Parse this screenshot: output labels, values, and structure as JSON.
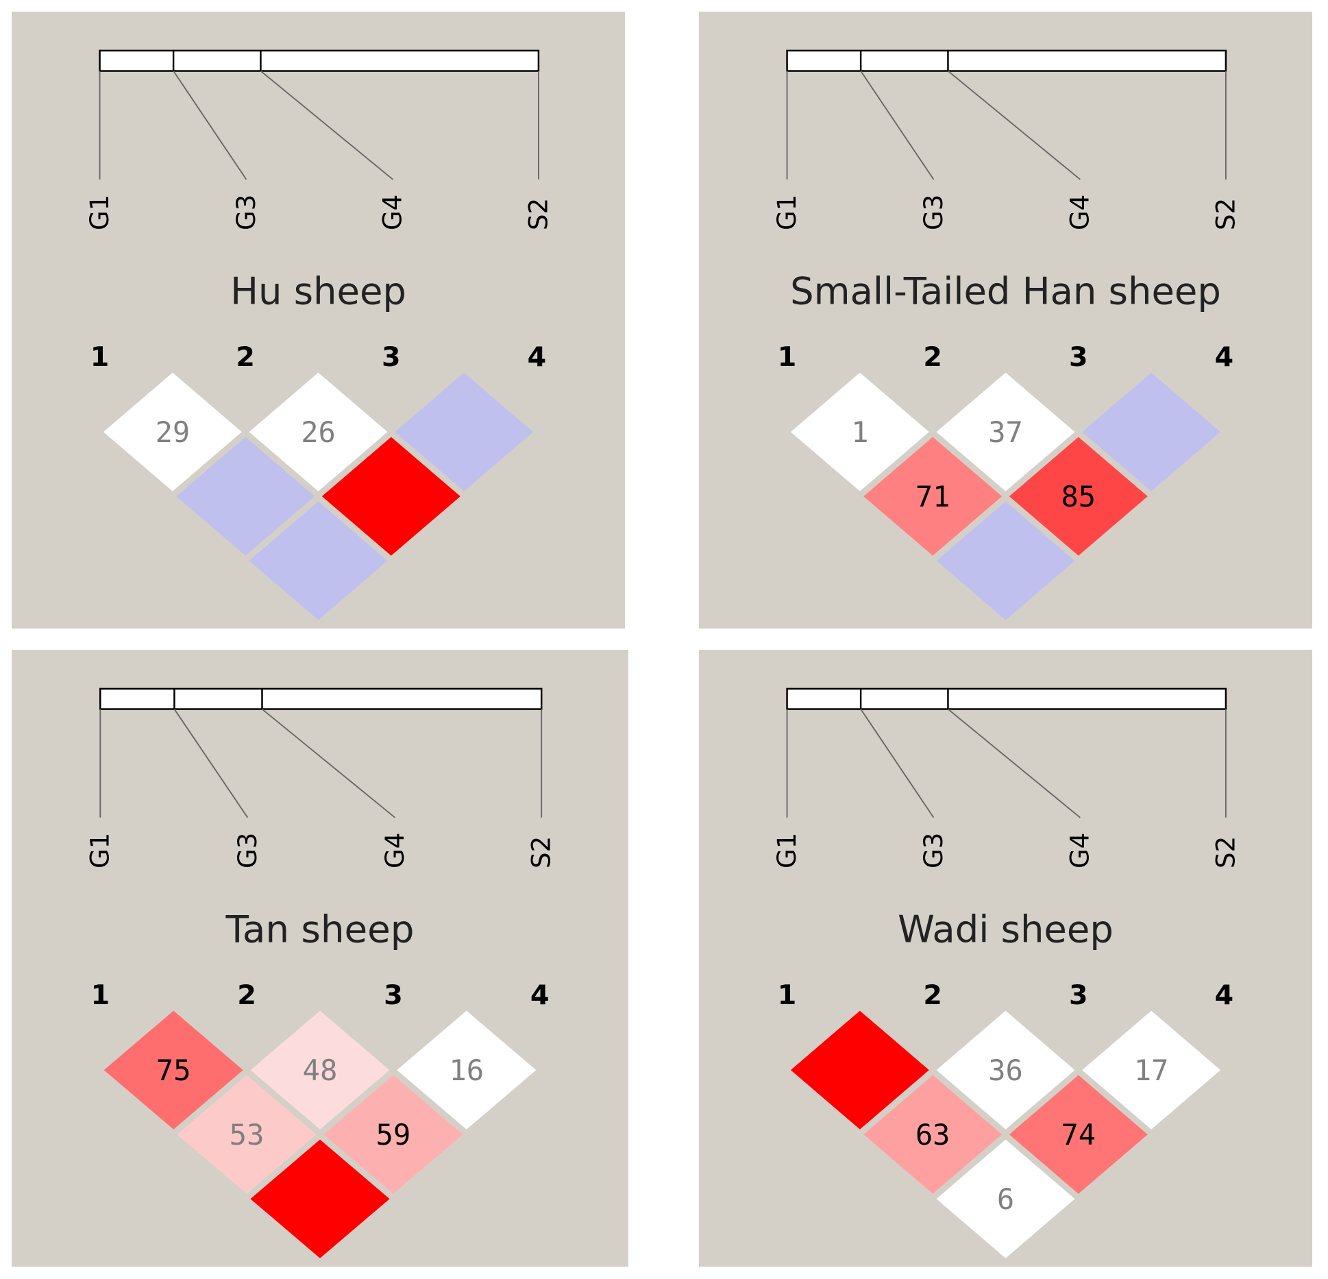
{
  "chart_data": [
    {
      "type": "heatmap",
      "title": "Hu sheep",
      "markers": [
        "G1",
        "G3",
        "G4",
        "S2"
      ],
      "marker_indices": [
        "1",
        "2",
        "3",
        "4"
      ],
      "cells": [
        {
          "pair": [
            1,
            2
          ],
          "value": 29,
          "color": "#ffffff"
        },
        {
          "pair": [
            2,
            3
          ],
          "value": 26,
          "color": "#ffffff"
        },
        {
          "pair": [
            3,
            4
          ],
          "value": null,
          "color": "#c0c0ee"
        },
        {
          "pair": [
            1,
            3
          ],
          "value": null,
          "color": "#c0c0ee"
        },
        {
          "pair": [
            2,
            4
          ],
          "value": null,
          "color": "#ff0000"
        },
        {
          "pair": [
            1,
            4
          ],
          "value": null,
          "color": "#c0c0ee"
        }
      ]
    },
    {
      "type": "heatmap",
      "title": "Small-Tailed Han sheep",
      "markers": [
        "G1",
        "G3",
        "G4",
        "S2"
      ],
      "marker_indices": [
        "1",
        "2",
        "3",
        "4"
      ],
      "cells": [
        {
          "pair": [
            1,
            2
          ],
          "value": 1,
          "color": "#ffffff"
        },
        {
          "pair": [
            2,
            3
          ],
          "value": 37,
          "color": "#ffffff"
        },
        {
          "pair": [
            3,
            4
          ],
          "value": null,
          "color": "#c0c0ee"
        },
        {
          "pair": [
            1,
            3
          ],
          "value": 71,
          "color": "#ff8080"
        },
        {
          "pair": [
            2,
            4
          ],
          "value": 85,
          "color": "#ff4646"
        },
        {
          "pair": [
            1,
            4
          ],
          "value": null,
          "color": "#c0c0ee"
        }
      ]
    },
    {
      "type": "heatmap",
      "title": "Tan sheep",
      "markers": [
        "G1",
        "G3",
        "G4",
        "S2"
      ],
      "marker_indices": [
        "1",
        "2",
        "3",
        "4"
      ],
      "cells": [
        {
          "pair": [
            1,
            2
          ],
          "value": 75,
          "color": "#ff6e6e"
        },
        {
          "pair": [
            2,
            3
          ],
          "value": 48,
          "color": "#fcdcdc"
        },
        {
          "pair": [
            3,
            4
          ],
          "value": 16,
          "color": "#ffffff"
        },
        {
          "pair": [
            1,
            3
          ],
          "value": 53,
          "color": "#fdcaca"
        },
        {
          "pair": [
            2,
            4
          ],
          "value": 59,
          "color": "#fdb0b0"
        },
        {
          "pair": [
            1,
            4
          ],
          "value": null,
          "color": "#ff0000"
        }
      ]
    },
    {
      "type": "heatmap",
      "title": "Wadi sheep",
      "markers": [
        "G1",
        "G3",
        "G4",
        "S2"
      ],
      "marker_indices": [
        "1",
        "2",
        "3",
        "4"
      ],
      "cells": [
        {
          "pair": [
            1,
            2
          ],
          "value": null,
          "color": "#ff0000"
        },
        {
          "pair": [
            2,
            3
          ],
          "value": 36,
          "color": "#ffffff"
        },
        {
          "pair": [
            3,
            4
          ],
          "value": 17,
          "color": "#ffffff"
        },
        {
          "pair": [
            1,
            3
          ],
          "value": 63,
          "color": "#ffa0a0"
        },
        {
          "pair": [
            2,
            4
          ],
          "value": 74,
          "color": "#ff7474"
        },
        {
          "pair": [
            1,
            4
          ],
          "value": 6,
          "color": "#ffffff"
        }
      ]
    }
  ]
}
